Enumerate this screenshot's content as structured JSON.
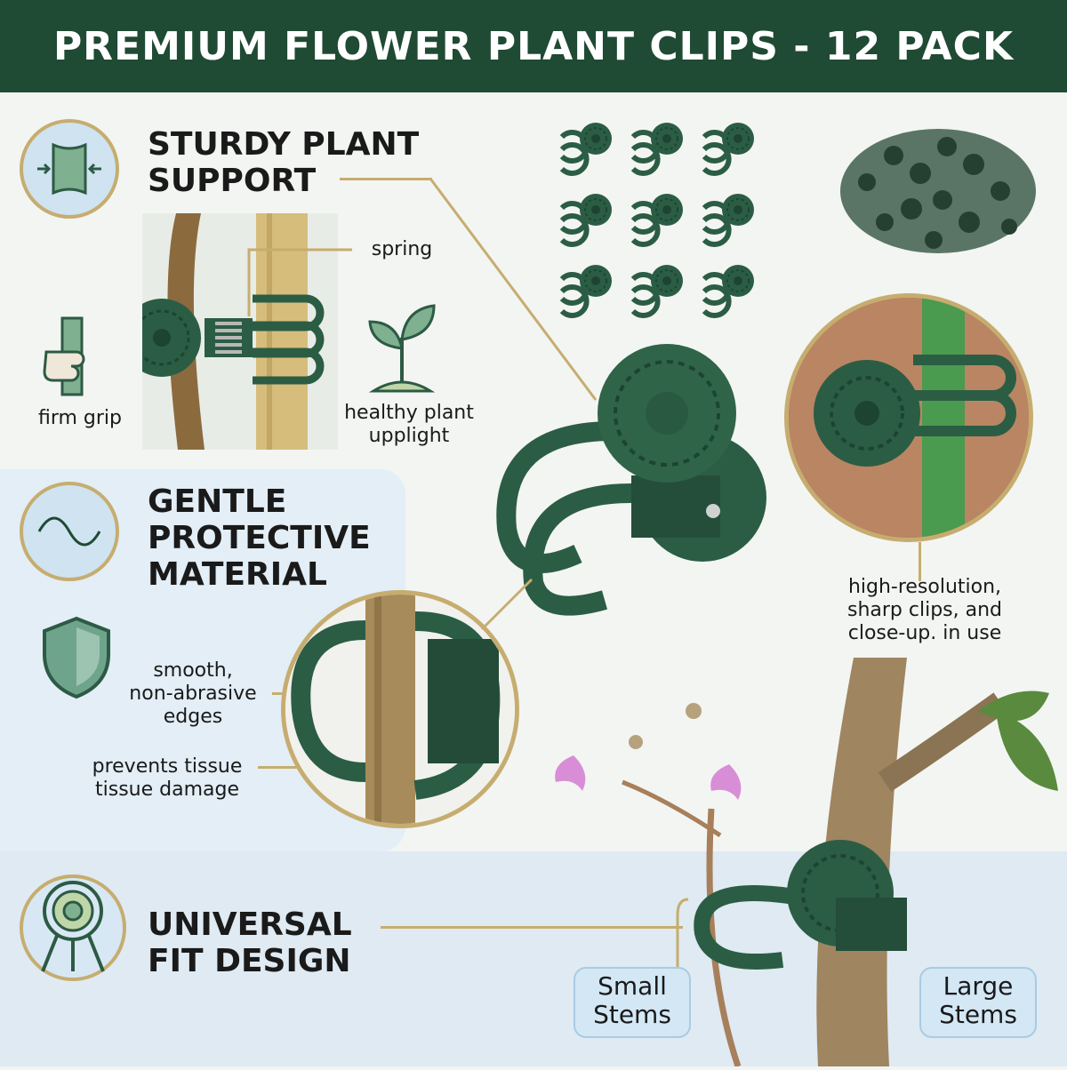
{
  "banner": {
    "title": "PREMIUM FLOWER PLANT CLIPS - 12 PACK"
  },
  "features": {
    "sturdy": {
      "title_line1": "STURDY PLANT",
      "title_line2": "SUPPORT",
      "icon": "squeeze-icon"
    },
    "gentle": {
      "title_line1": "GENTLE",
      "title_line2": "PROTECTIVE",
      "title_line3": "MATERIAL",
      "icon": "wave-icon"
    },
    "universal": {
      "title_line1": "UNIVERSAL",
      "title_line2": "FIT DESIGN",
      "icon": "target-icon"
    }
  },
  "labels": {
    "spring": "spring",
    "firm_grip": "firm grip",
    "healthy_line1": "healthy plant",
    "healthy_line2": "upplight",
    "smooth_line1": "smooth,",
    "smooth_line2": "non-abrasive",
    "smooth_line3": "edges",
    "prevents_line1": "prevents tissue",
    "prevents_line2": "tissue damage",
    "closeup_line1": "high-resolution,",
    "closeup_line2": "sharp clips, and",
    "closeup_line3": "close-up. in use"
  },
  "stems": {
    "small_line1": "Small",
    "small_line2": "Stems",
    "large_line1": "Large",
    "large_line2": "Stems"
  },
  "colors": {
    "brand_green": "#1f4a33",
    "clip_green": "#2b5d44",
    "gold": "#c6ad6f",
    "panel_blue": "#e3eef6"
  },
  "pack": {
    "count": 12,
    "grid_clips_shown": 9
  }
}
